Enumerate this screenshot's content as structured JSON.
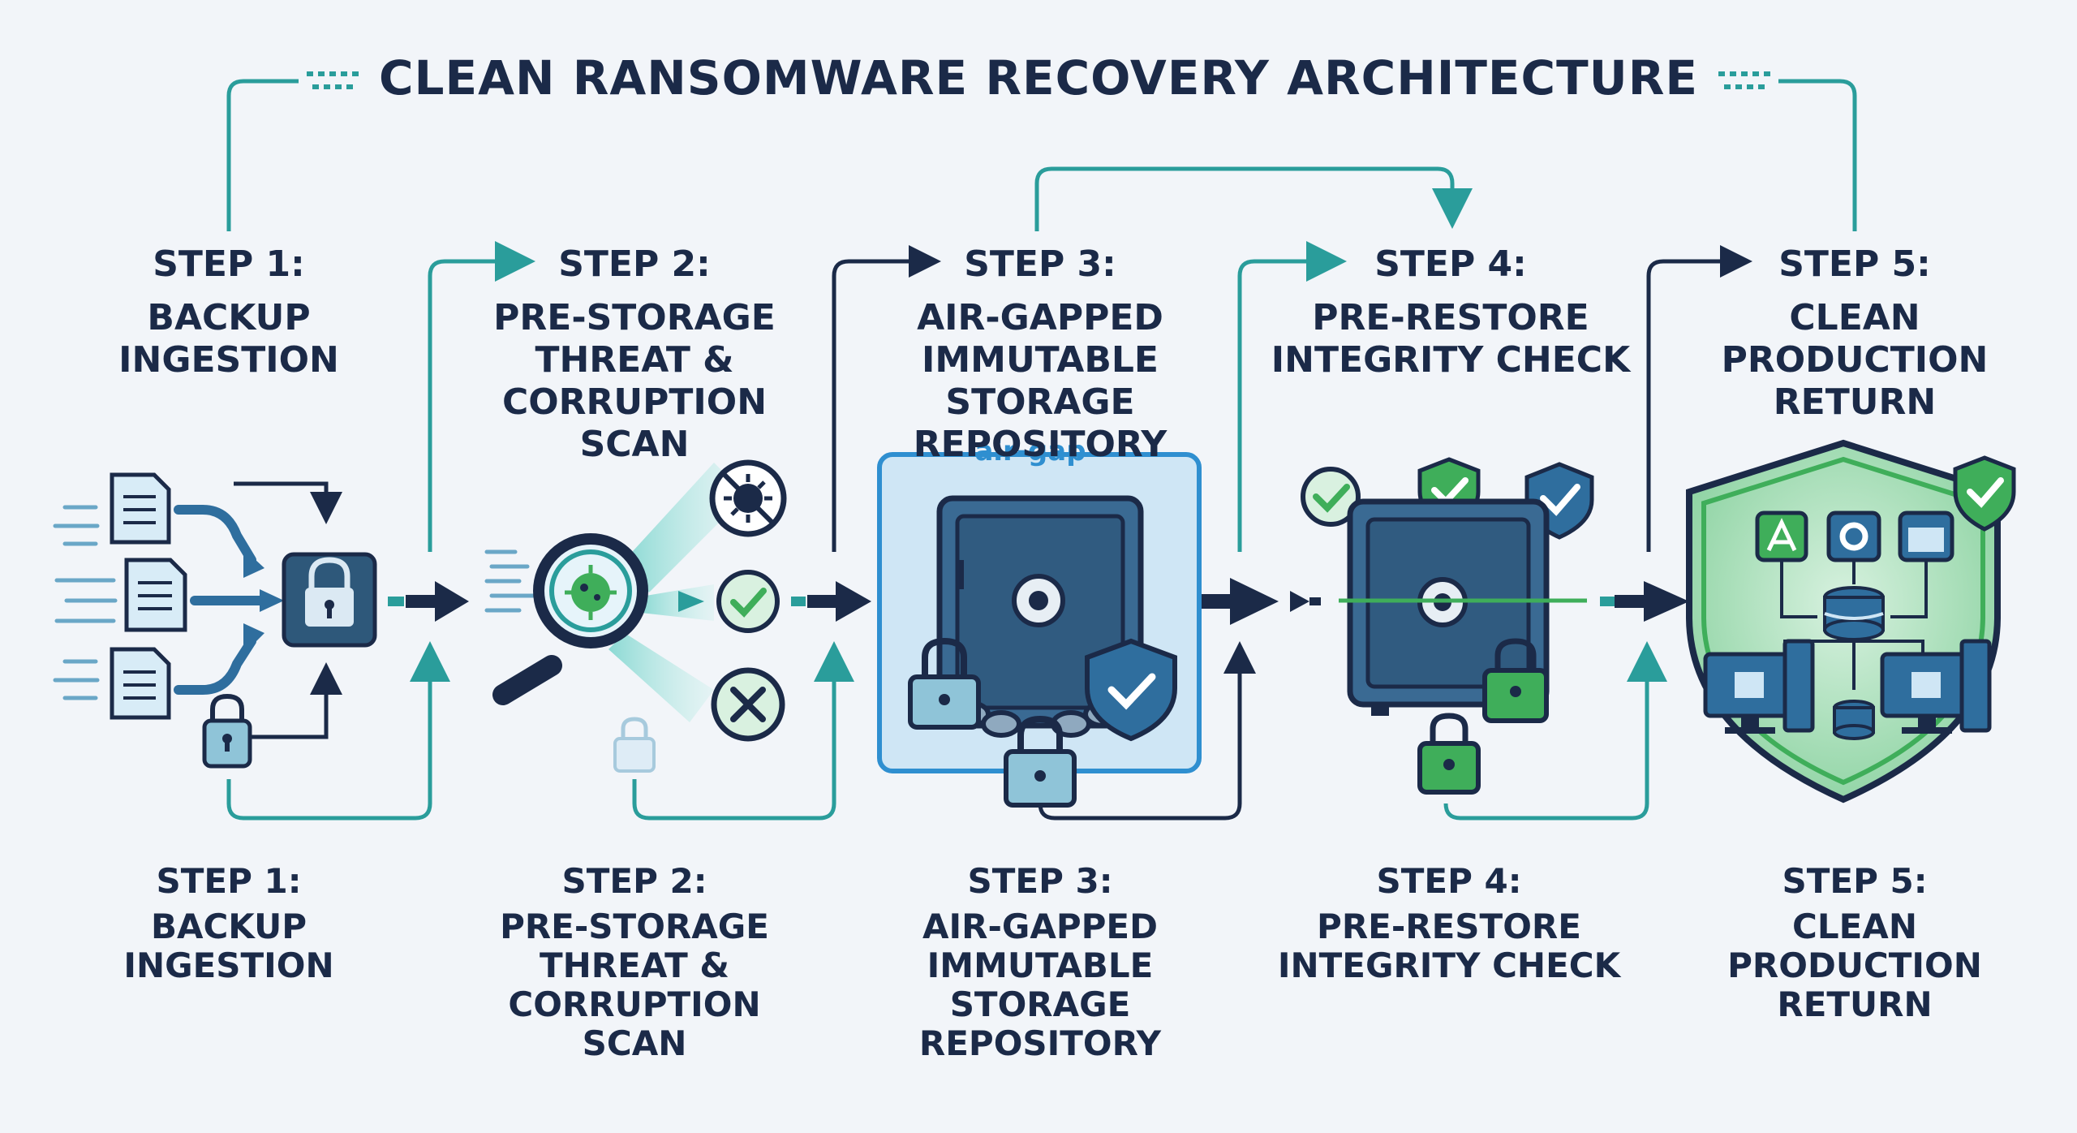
{
  "title": "CLEAN RANSOMWARE RECOVERY ARCHITECTURE",
  "air_gap_label": "air-gap",
  "steps": [
    {
      "step": "STEP 1:",
      "name_top": [
        "BACKUP",
        "INGESTION"
      ],
      "name_bottom": [
        "BACKUP",
        "INGESTION"
      ]
    },
    {
      "step": "STEP 2:",
      "name_top": [
        "PRE-STORAGE",
        "THREAT &",
        "CORRUPTION SCAN"
      ],
      "name_bottom": [
        "PRE-STORAGE",
        "THREAT &",
        "CORRUPTION",
        "SCAN"
      ]
    },
    {
      "step": "STEP 3:",
      "name_top": [
        "AIR-GAPPED",
        "IMMUTABLE STORAGE",
        "REPOSITORY"
      ],
      "name_bottom": [
        "AIR-GAPPED",
        "IMMUTABLE",
        "STORAGE",
        "REPOSITORY"
      ]
    },
    {
      "step": "STEP 4:",
      "name_top": [
        "PRE-RESTORE",
        "INTEGRITY CHECK"
      ],
      "name_bottom": [
        "PRE-RESTORE",
        "INTEGRITY CHECK"
      ]
    },
    {
      "step": "STEP 5:",
      "name_top": [
        "CLEAN",
        "PRODUCTION",
        "RETURN"
      ],
      "name_bottom": [
        "CLEAN",
        "PRODUCTION",
        "RETURN"
      ]
    }
  ],
  "colors": {
    "navy": "#1b2a48",
    "teal": "#2a9d9b",
    "green": "#3fae5a",
    "blue": "#2f6e9e",
    "light_blue": "#cfe6f5"
  }
}
